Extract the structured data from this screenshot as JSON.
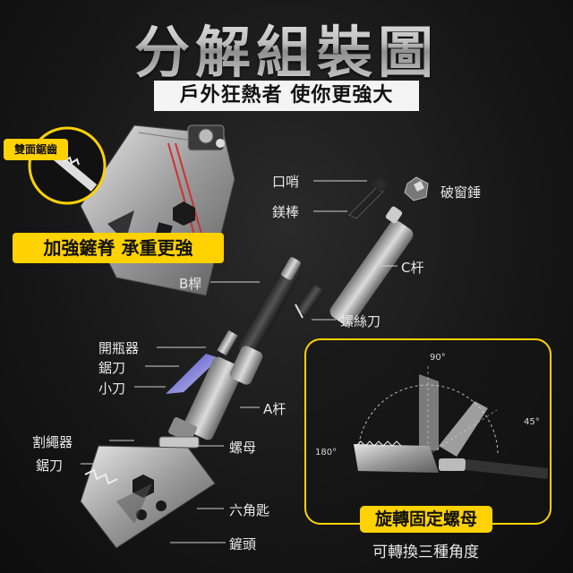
{
  "title": "分解組裝圖",
  "subtitle": "戶外狂熱者 使你更強大",
  "badges": {
    "double_saw": "雙面鋸齒",
    "reinforced": "加強鏟脊 承重更強",
    "rotate": "旋轉固定螺母"
  },
  "parts": {
    "whistle": "口哨",
    "ferro_rod": "鎂棒",
    "window_breaker": "破窗錘",
    "rod_c": "C杆",
    "rod_b": "B桿",
    "screwdriver": "螺絲刀",
    "bottle_opener": "開瓶器",
    "saw_1": "鋸刀",
    "knife": "小刀",
    "rod_a": "A杆",
    "rope_cutter": "割繩器",
    "saw_2": "鋸刀",
    "nut": "螺母",
    "hex_wrench": "六角匙",
    "shovel_head": "鏟頭"
  },
  "angles": {
    "a90": "90°",
    "a45": "45°",
    "a180": "180°"
  },
  "caption": "可轉換三種角度",
  "colors": {
    "accent": "#ffd200",
    "background": "#141414",
    "metal": "#b8b8b8"
  }
}
